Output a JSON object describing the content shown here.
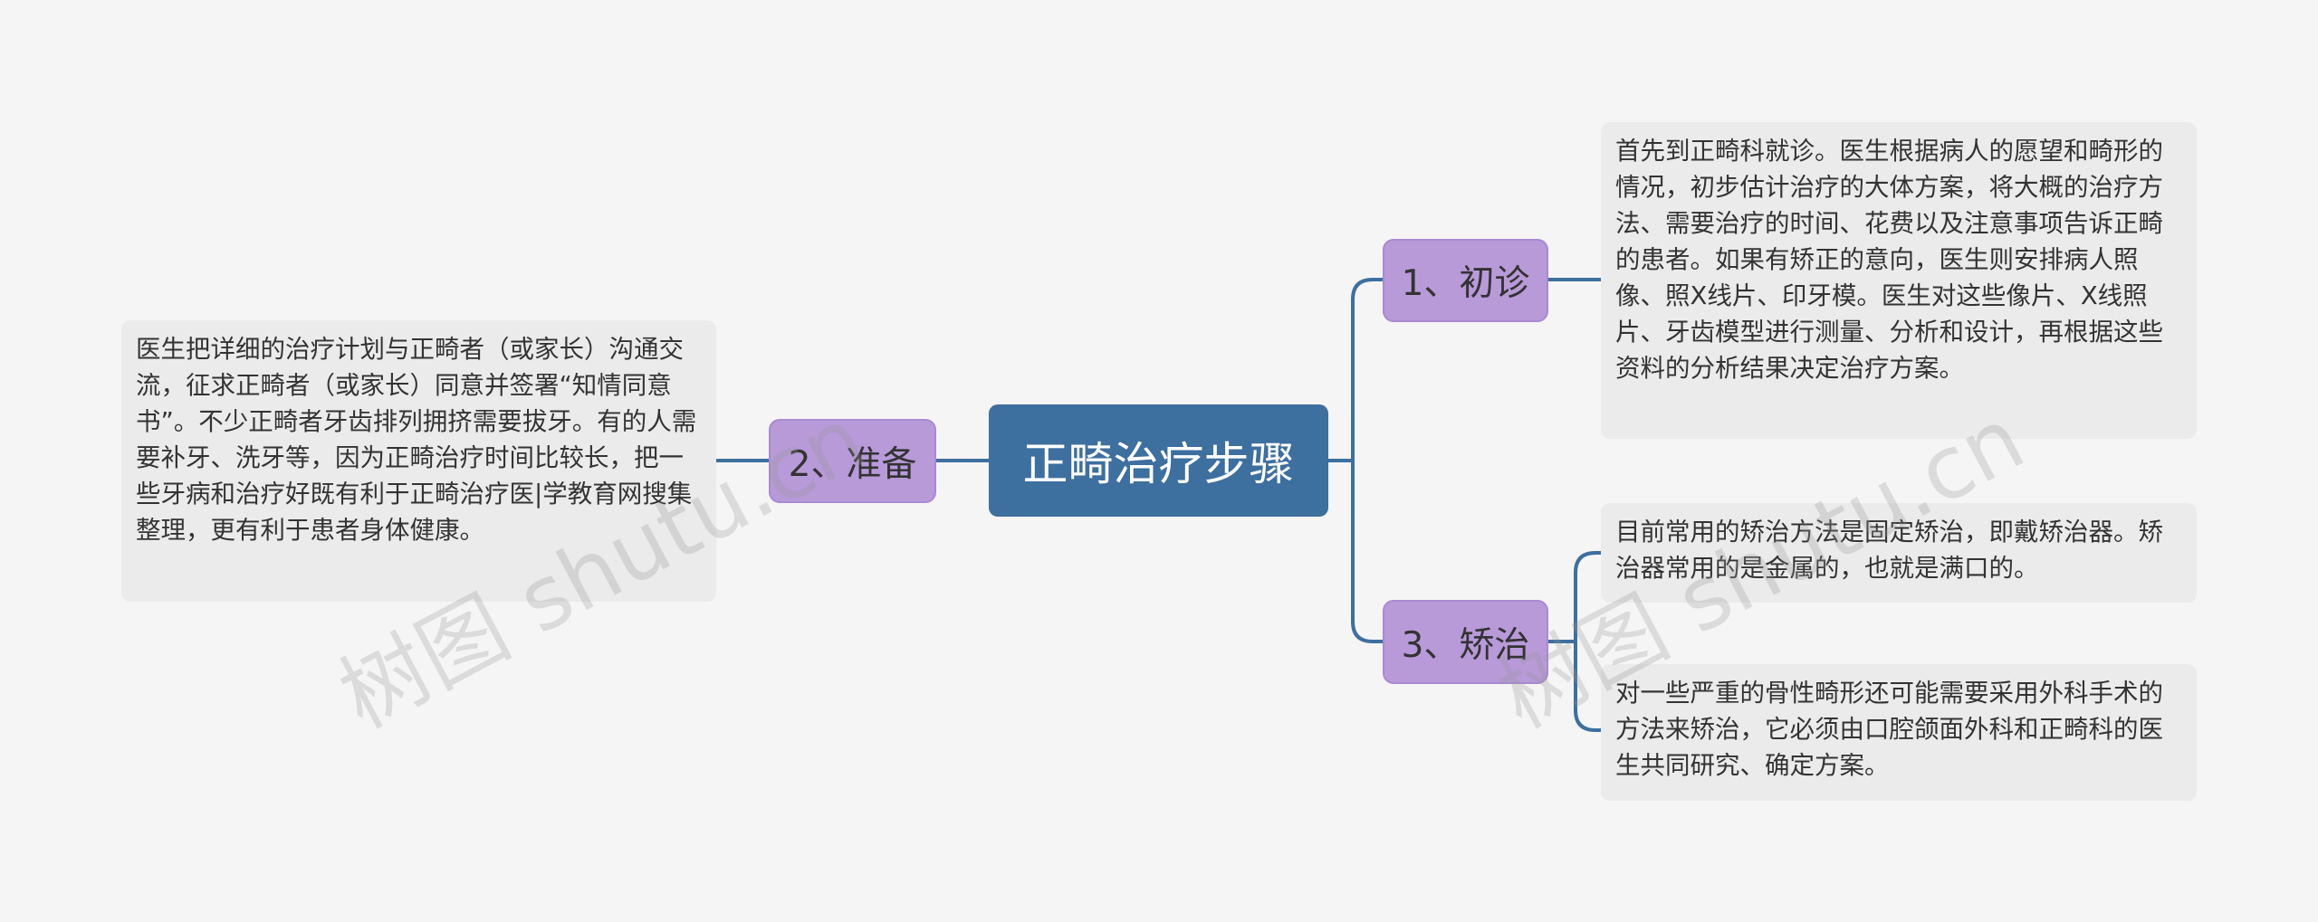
{
  "root": {
    "label": "正畸治疗步骤"
  },
  "branches": [
    {
      "label": "1、初诊",
      "leaves": [
        "首先到正畸科就诊。医生根据病人的愿望和畸形的情况，初步估计治疗的大体方案，将大概的治疗方法、需要治疗的时间、花费以及注意事项告诉正畸的患者。如果有矫正的意向，医生则安排病人照像、照X线片、印牙模。医生对这些像片、X线照片、牙齿模型进行测量、分析和设计，再根据这些资料的分析结果决定治疗方案。"
      ]
    },
    {
      "label": "2、准备",
      "leaves": [
        "医生把详细的治疗计划与正畸者（或家长）沟通交流，征求正畸者（或家长）同意并签署“知情同意书”。不少正畸者牙齿排列拥挤需要拔牙。有的人需要补牙、洗牙等，因为正畸治疗时间比较长，把一些牙病和治疗好既有利于正畸治疗医|学教育网搜集整理，更有利于患者身体健康。"
      ]
    },
    {
      "label": "3、矫治",
      "leaves": [
        "目前常用的矫治方法是固定矫治，即戴矫治器。矫治器常用的是金属的，也就是满口的。",
        "对一些严重的骨性畸形还可能需要采用外科手术的方法来矫治，它必须由口腔颌面外科和正畸科的医生共同研究、确定方案。"
      ]
    }
  ],
  "watermarks": [
    "树图 shutu.cn",
    "树图 shutu.cn"
  ],
  "colors": {
    "root": "#3d6f9f",
    "branch": "#b89ad9",
    "leaf": "#ebebeb",
    "line": "#3d6f9f",
    "background": "#f5f5f5"
  }
}
